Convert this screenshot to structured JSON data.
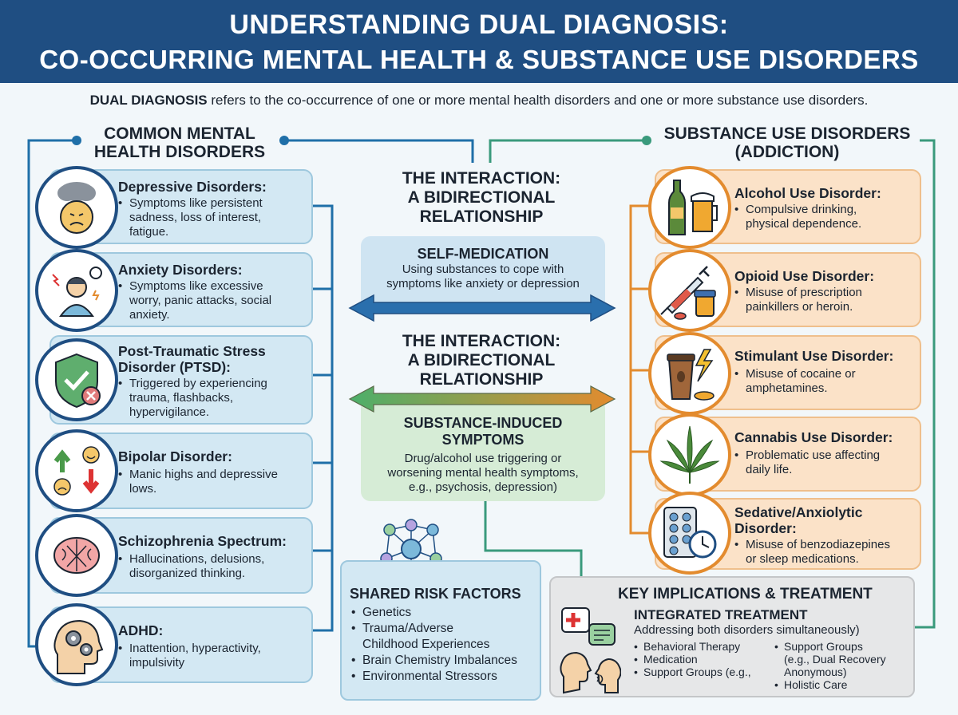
{
  "header": {
    "title_line1": "UNDERSTANDING DUAL DIAGNOSIS:",
    "title_line2": "CO-OCCURRING MENTAL HEALTH & SUBSTANCE USE DISORDERS"
  },
  "definition": {
    "term": "DUAL DIAGNOSIS",
    "text": " refers to the co-occurrence of one or more mental health disorders and one or more substance use disorders."
  },
  "mental_health": {
    "title_line1": "COMMON MENTAL",
    "title_line2": "HEALTH DISORDERS",
    "items": [
      {
        "title": "Depressive Disorders:",
        "icon": "sad-face-cloud-icon",
        "bullet_lines": [
          "Symptoms like persistent",
          "sadness, loss of interest,",
          "fatigue."
        ]
      },
      {
        "title": "Anxiety Disorders:",
        "icon": "anxious-person-icon",
        "bullet_lines": [
          "Symptoms like excessive",
          "worry, panic attacks, social",
          "anxiety."
        ]
      },
      {
        "title_lines": [
          "Post-Traumatic Stress",
          "Disorder (PTSD):"
        ],
        "icon": "shield-check-icon",
        "bullet_lines": [
          "Triggered by experiencing",
          "trauma, flashbacks,",
          "hypervigilance."
        ]
      },
      {
        "title": "Bipolar Disorder:",
        "icon": "mood-swing-arrows-icon",
        "bullet_lines": [
          "Manic highs and depressive",
          "lows."
        ]
      },
      {
        "title": "Schizophrenia Spectrum:",
        "icon": "brain-icon",
        "bullet_lines": [
          "Hallucinations, delusions,",
          "disorganized thinking."
        ]
      },
      {
        "title": "ADHD:",
        "icon": "head-gears-icon",
        "bullet_lines": [
          "Inattention, hyperactivity,",
          "impulsivity"
        ]
      }
    ]
  },
  "substance_use": {
    "title_line1": "SUBSTANCE USE DISORDERS",
    "title_line2": "(ADDICTION)",
    "items": [
      {
        "title": "Alcohol Use Disorder:",
        "icon": "bottle-beer-icon",
        "bullet_lines": [
          "Compulsive drinking,",
          "physical dependence."
        ]
      },
      {
        "title": "Opioid Use Disorder:",
        "icon": "syringe-pills-icon",
        "bullet_lines": [
          "Misuse of prescription",
          "painkillers or heroin."
        ]
      },
      {
        "title": "Stimulant Use Disorder:",
        "icon": "coffee-lightning-icon",
        "bullet_lines": [
          "Misuse of cocaine or",
          "amphetamines."
        ]
      },
      {
        "title": "Cannabis Use Disorder:",
        "icon": "cannabis-leaf-icon",
        "bullet_lines": [
          "Problematic use affecting",
          "daily life."
        ]
      },
      {
        "title_lines": [
          "Sedative/Anxiolytic",
          "Disorder:"
        ],
        "icon": "pill-pack-clock-icon",
        "bullet_lines": [
          "Misuse of benzodiazepines",
          "or sleep medications."
        ]
      }
    ]
  },
  "interaction": {
    "title_lines": [
      "THE INTERACTION:",
      "A BIDIRECTIONAL",
      "RELATIONSHIP"
    ],
    "self_med": {
      "heading": "SELF-MEDICATION",
      "text_lines": [
        "Using substances to cope with",
        "symptoms like anxiety or depression"
      ]
    },
    "substance_induced": {
      "heading_lines": [
        "SUBSTANCE-INDUCED",
        "SYMPTOMS"
      ],
      "text_lines": [
        "Drug/alcohol use triggering or",
        "worsening mental health symptoms,",
        "e.g., psychosis, depression)"
      ]
    }
  },
  "risk_factors": {
    "heading": "SHARED RISK FACTORS",
    "items": [
      [
        "Genetics"
      ],
      [
        "Trauma/Adverse",
        "Childhood Experiences"
      ],
      [
        "Brain Chemistry Imbalances"
      ],
      [
        "Environmental Stressors"
      ]
    ]
  },
  "key_implications": {
    "heading": "KEY IMPLICATIONS & TREATMENT",
    "subheading": "INTEGRATED TREATMENT",
    "subtext": "Addressing both disorders simultaneously)",
    "col1": [
      "Behavioral Therapy",
      "Medication",
      "Support Groups (e.g.,"
    ],
    "col2": [
      [
        "Support Groups",
        "(e.g., Dual Recovery",
        "Anonymous)"
      ],
      [
        "Holistic Care"
      ]
    ]
  },
  "colors": {
    "banner": "#1f4e82",
    "blue_card": "#d3e8f3",
    "orange_card": "#fbe2c8",
    "orange_accent": "#e38b2e",
    "teal_line": "#3a9a7c",
    "green_box": "#d6ecd6"
  }
}
